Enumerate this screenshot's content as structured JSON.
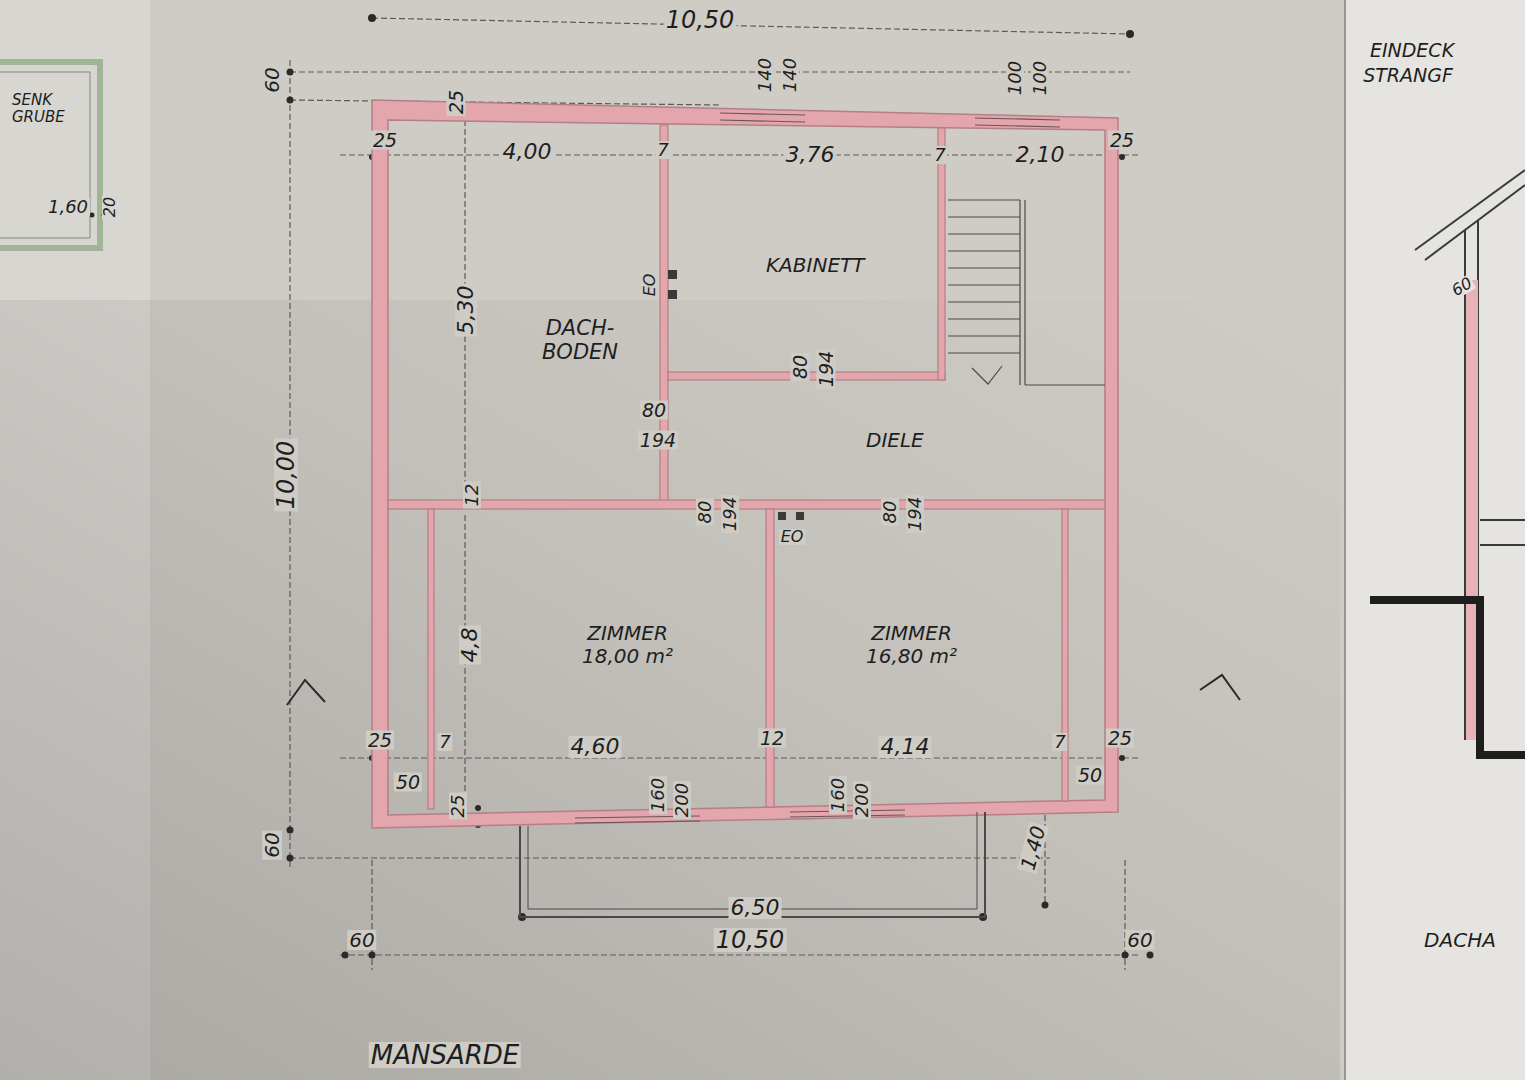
{
  "diagram": {
    "nodes": [
      {
        "text": [
          "SENK GRUBE"
        ]
      },
      {
        "text": [
          "DACH- BODEN"
        ]
      },
      {
        "text": [
          "KABINETT"
        ]
      },
      {
        "text": [
          "DIELE"
        ]
      },
      {
        "text": [
          "ZIMMER",
          "18,00 m²"
        ]
      },
      {
        "text": [
          "ZIMMER",
          "16,80 m²"
        ]
      }
    ],
    "labels": [
      "10,50",
      "60",
      "25",
      "25",
      "4,00",
      "7",
      "3,76",
      "7",
      "2,10",
      "25",
      "140",
      "140",
      "100",
      "100",
      "5,30",
      "10,00",
      "80",
      "194",
      "80",
      "194",
      "12",
      "80",
      "194",
      "80",
      "194",
      "EO",
      "EO",
      "4,8",
      "25",
      "7",
      "4,60",
      "12",
      "4,14",
      "7",
      "25",
      "50",
      "50",
      "25",
      "160",
      "200",
      "160",
      "200",
      "1,40",
      "60",
      "6,50",
      "10,50",
      "60",
      "60",
      "MANSARDE",
      "1,60",
      "20",
      "EINDECK",
      "STRANGF",
      "60",
      "DACHA"
    ]
  }
}
